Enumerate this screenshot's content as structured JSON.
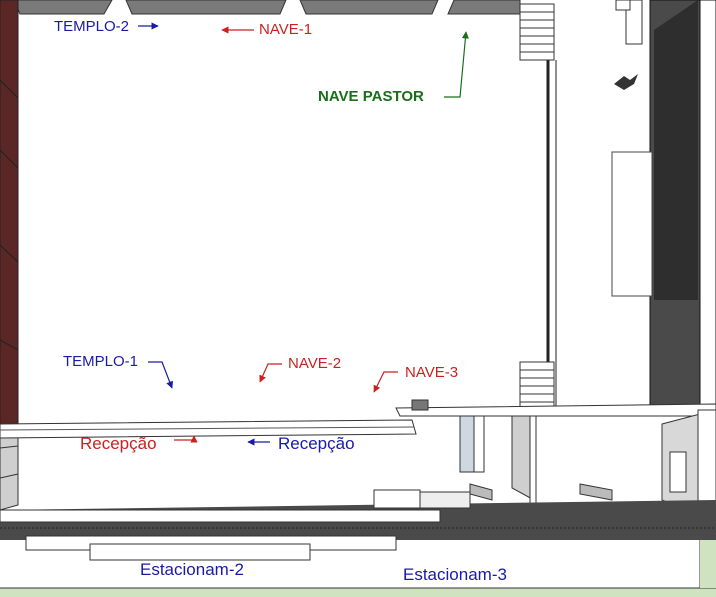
{
  "colors": {
    "label_blue": "#1a1aa8",
    "label_red": "#cc2020",
    "label_green": "#1a6e1a",
    "arrow_blue": "#1a1aa8",
    "arrow_red": "#cc2020",
    "arrow_green": "#1a6e1a",
    "wall_brick": "#5a2626",
    "wall_dark": "#3c3c3c",
    "floor_white": "#ffffff",
    "grass": "#cfe3c0"
  },
  "labels": {
    "templo_2": "TEMPLO-2",
    "nave_1": "NAVE-1",
    "nave_pastor": "NAVE PASTOR",
    "templo_1": "TEMPLO-1",
    "nave_2": "NAVE-2",
    "nave_3": "NAVE-3",
    "recepcao_left": "Recepção",
    "recepcao_right": "Recepção",
    "estacionam_2": "Estacionam-2",
    "estacionam_3": "Estacionam-3"
  }
}
